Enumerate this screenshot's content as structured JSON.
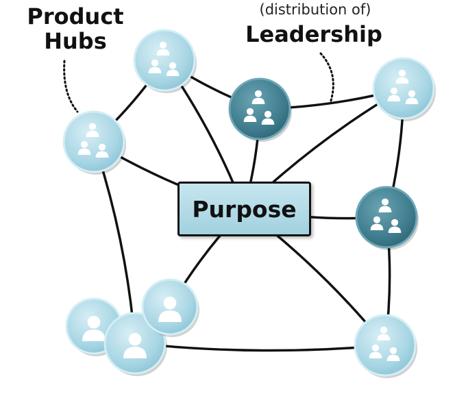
{
  "labels": {
    "product_hubs": "Product Hubs",
    "distribution_of": "(distribution of)",
    "leadership": "Leadership"
  },
  "center": {
    "label": "Purpose"
  },
  "colors": {
    "light_node": "#a8d6e4",
    "light_node_edge": "#d4eef5",
    "dark_node": "#3f7d8e",
    "dark_node_edge": "#6ea7b6",
    "purpose_fill": "#aed8e5",
    "edge_line": "#111111",
    "person_icon": "#ffffff"
  },
  "nodes": [
    {
      "id": "hub-top",
      "style": "light",
      "people": 3
    },
    {
      "id": "hub-left",
      "style": "light",
      "people": 3
    },
    {
      "id": "leader-top",
      "style": "dark",
      "people": 3
    },
    {
      "id": "hub-right",
      "style": "light",
      "people": 3
    },
    {
      "id": "leader-right",
      "style": "dark",
      "people": 3
    },
    {
      "id": "hub-bottom-right",
      "style": "light",
      "people": 3
    },
    {
      "id": "person-a",
      "style": "light",
      "people": 1
    },
    {
      "id": "person-b",
      "style": "light",
      "people": 1
    },
    {
      "id": "person-c",
      "style": "light",
      "people": 1
    }
  ],
  "edges": [
    [
      "hub-top",
      "hub-left"
    ],
    [
      "hub-top",
      "leader-top"
    ],
    [
      "hub-top",
      "purpose"
    ],
    [
      "leader-top",
      "hub-right"
    ],
    [
      "leader-top",
      "purpose"
    ],
    [
      "hub-left",
      "purpose"
    ],
    [
      "hub-left",
      "person-b"
    ],
    [
      "hub-right",
      "purpose"
    ],
    [
      "hub-right",
      "leader-right"
    ],
    [
      "purpose",
      "leader-right"
    ],
    [
      "leader-right",
      "hub-bottom-right"
    ],
    [
      "purpose",
      "person-c"
    ],
    [
      "purpose",
      "hub-bottom-right"
    ],
    [
      "person-b",
      "hub-bottom-right"
    ]
  ]
}
